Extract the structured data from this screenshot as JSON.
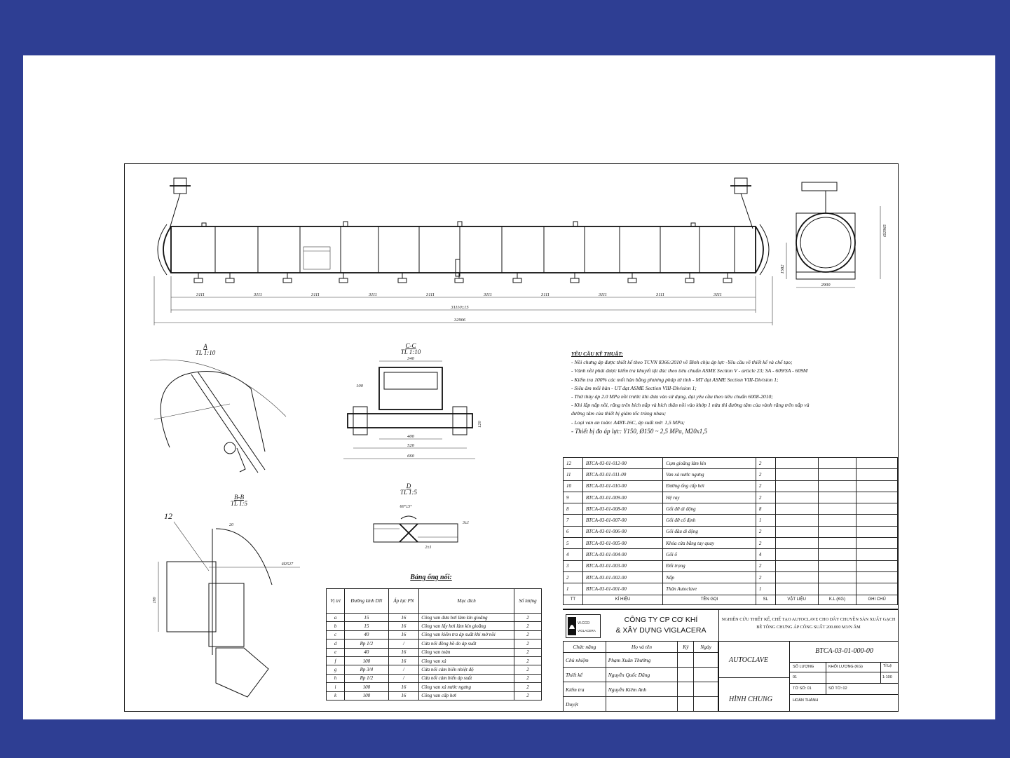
{
  "drawing": {
    "requirements_title": "YÊU CẦU KỸ THUẬT:",
    "requirements": [
      "- Nồi chưng áp được thiết kế theo TCVN 8366:2010 về Bình chịu áp lực -Yêu cầu về thiết kế và chế tạo;",
      "- Vành nồi phải được kiểm tra khuyết tật đúc theo tiêu chuẩn ASME Section V - article 23; SA - 609/SA - 609M",
      "- Kiểm tra 100% các mối hàn bằng phương pháp từ tính - MT đạt ASME Section VIII-Division 1;",
      "- Siêu âm mối hàn - UT đạt ASME Section VIII-Division 1;",
      "- Thử thủy áp 2.0 MPa nồi trước khi đưa vào sử dụng, đạt yêu cầu theo tiêu chuẩn 6008-2010;",
      "- Khi lắp nắp nồi, răng trên bích nắp và bích thân nồi vào khớp 1 nửa thì đường tâm của vành răng trên nắp và",
      "đường tâm của thiết bị giảm tốc trùng nhau;",
      "- Loại van an toàn: A48Y-16C, áp suất mở: 1,5 MPa;",
      "- Thiết bị đo áp lực: Y150, Ø150 ~ 2,5 MPa, M20x1,5"
    ],
    "section_labels": {
      "a_name": "A",
      "a_scale": "TL 1:10",
      "cc_name": "C-C",
      "cc_scale": "TL 1:10",
      "bb_name": "B-B",
      "bb_scale": "TL 1:5",
      "d_name": "D",
      "d_scale": "TL 1:5",
      "ref12": "12"
    },
    "dimensions": {
      "spans": [
        "3111",
        "3111",
        "3111",
        "3111",
        "3111",
        "3111",
        "3111",
        "3111",
        "3111",
        "3111"
      ],
      "total_span": "31110±15",
      "overall": "32906",
      "end_width": "2900",
      "end_height": "1582",
      "end_total": "Ø2965",
      "cc_top": "340",
      "cc_inner": "400",
      "cc_mid": "520",
      "cc_outer": "660",
      "cc_h": "120",
      "cc_h2": "100",
      "bb_dia": "Ø2527",
      "bb_w": "20",
      "bb_h": "190",
      "d_angle": "60°±5°",
      "d_gap": "2±1",
      "d_t": "3±1"
    },
    "connections_title": "Bảng ống nối:",
    "connections_headers": [
      "Vị trí",
      "Đường kính DN",
      "Áp lực PN",
      "Mục đích",
      "Số lượng"
    ],
    "connections": [
      [
        "a",
        "15",
        "16",
        "Công van đưa hơi làm kín gioăng",
        "2"
      ],
      [
        "b",
        "15",
        "16",
        "Công van lấy hơi làm kín gioăng",
        "2"
      ],
      [
        "c",
        "40",
        "16",
        "Công van kiểm tra áp suất khi mở nồi",
        "2"
      ],
      [
        "d",
        "Rp 1/2",
        "/",
        "Cửa nối đồng hồ đo áp suất",
        "2"
      ],
      [
        "e",
        "40",
        "16",
        "Công van toàn",
        "2"
      ],
      [
        "f",
        "100",
        "16",
        "Công van xả",
        "2"
      ],
      [
        "g",
        "Rp 3/4",
        "/",
        "Cửa nối cảm biến nhiệt độ",
        "2"
      ],
      [
        "h",
        "Rp 1/2",
        "/",
        "Cửa nối cảm biến áp suất",
        "2"
      ],
      [
        "i",
        "100",
        "16",
        "Công van xả nước ngưng",
        "2"
      ],
      [
        "k",
        "100",
        "16",
        "Công van cấp hơi",
        "2"
      ]
    ],
    "bom_headers": [
      "TT",
      "KÍ HIỆU",
      "TÊN GỌI",
      "SL",
      "VẬT LIỆU",
      "K.L (KG)",
      "GHI CHÚ"
    ],
    "bom": [
      [
        "12",
        "BTCA-03-01-012-00",
        "Cụm gioăng làm kín",
        "2"
      ],
      [
        "11",
        "BTCA-03-01-011-00",
        "Van xả nước ngưng",
        "2"
      ],
      [
        "10",
        "BTCA-03-01-010-00",
        "Đường ống cấp hơi",
        "2"
      ],
      [
        "9",
        "BTCA-03-01-009-00",
        "Hệ ray",
        "2"
      ],
      [
        "8",
        "BTCA-03-01-008-00",
        "Gối đỡ di động",
        "8"
      ],
      [
        "7",
        "BTCA-03-01-007-00",
        "Gối đỡ cố định",
        "1"
      ],
      [
        "6",
        "BTCA-03-01-006-00",
        "Gối đầu di động",
        "2"
      ],
      [
        "5",
        "BTCA-03-01-005-00",
        "Khóa cửa bằng tay quay",
        "2"
      ],
      [
        "4",
        "BTCA-03-01-004-00",
        "Gối ổ",
        "4"
      ],
      [
        "3",
        "BTCA-03-01-003-00",
        "Đối trọng",
        "2"
      ],
      [
        "2",
        "BTCA-03-01-002-00",
        "Nắp",
        "2"
      ],
      [
        "1",
        "BTCA-03-01-001-00",
        "Thân Autoclave",
        "1"
      ]
    ],
    "title_block": {
      "company_line1": "CÔNG TY CP CƠ KHÍ",
      "company_line2": "& XÂY DỰNG VIGLACERA",
      "logo_text1": "VI.CCO",
      "logo_text2": "VIGLACERA",
      "project": "Nghiên cứu thiết kế, chế tạo Autoclave cho dây chuyền sản xuất gạch bê tông chưng áp công suất 200.000 m3/n ăm",
      "sign_headers": [
        "Chức năng",
        "Họ và tên",
        "Ký",
        "Ngày"
      ],
      "signers": [
        [
          "Chủ nhiệm",
          "Phạm Xuân Thường"
        ],
        [
          "Thiết kế",
          "Nguyễn Quốc Dũng"
        ],
        [
          "Kiểm tra",
          "Nguyễn Kiêm Anh"
        ],
        [
          "Duyệt",
          ""
        ]
      ],
      "name1": "AUTOCLAVE",
      "name2": "HÌNH CHUNG",
      "code": "BTCA-03-01-000-00",
      "qty_label": "SỐ LƯỢNG",
      "mass_label": "KHỐI LƯỢNG (KG)",
      "scale_label": "Tỉ Lệ",
      "qty": "01",
      "scale": "1:100",
      "sheet_no": "TỜ SỐ: 01",
      "sheet_total": "SỐ TỜ: 02",
      "status": "HOÀN THÀNH"
    }
  }
}
